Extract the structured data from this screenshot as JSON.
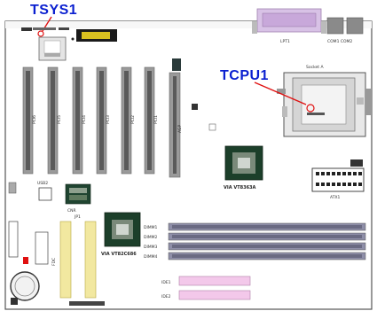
{
  "callouts": {
    "tsys": "TSYS1",
    "tcpu": "TCPU1"
  },
  "labels": {
    "socket": "Socket A",
    "north_chip": "VIA VT8363A",
    "south_chip": "VIA VT82C686",
    "lpt": "LPT1",
    "com": "COM1 COM2",
    "atx": "ATX1",
    "jp": "JP1",
    "dimm1": "DIMM1",
    "dimm2": "DIMM2",
    "dimm3": "DIMM3",
    "dimm4": "DIMM4",
    "ide1": "IDE1",
    "ide2": "IDE2",
    "fdc": "FDC",
    "agp": "AGP",
    "pci": [
      "PCI6",
      "PCI5",
      "PCI4",
      "PCI3",
      "PCI2",
      "PCI1"
    ],
    "usb": "USB2",
    "cnr": "CNR"
  },
  "colors": {
    "callout_text": "#0a1fd0",
    "pointer": "#e01010",
    "board_outline": "#444444",
    "slot": "#9a9a9a",
    "dimm": "#8e8ea8",
    "ide_connector": "#f2e8a0",
    "floppy_connector": "#f3c8ea",
    "chip_green": "#1c3f2a",
    "parallel_port": "#d8c2e6"
  }
}
